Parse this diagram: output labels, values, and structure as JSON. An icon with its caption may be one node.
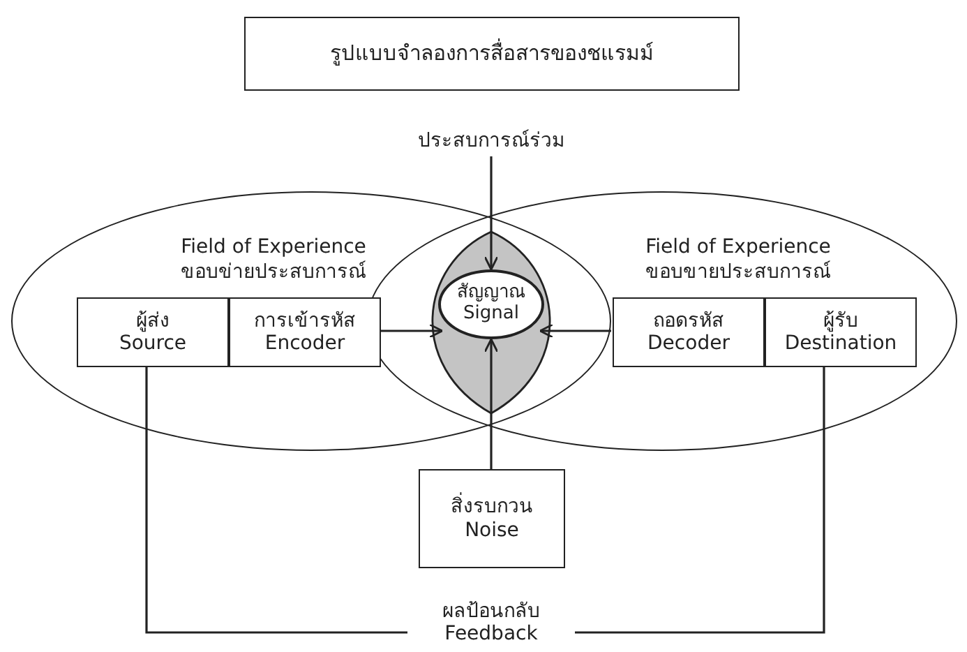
{
  "diagram": {
    "nodes": [
      {
        "text": [
          "รูปแบบจำลองการสื่อสารของชแรมม์"
        ]
      },
      {
        "text": [
          "ประสบการณ์ร่วม"
        ]
      },
      {
        "text": [
          "Field of Experience",
          "ขอบข่ายประสบการณ์"
        ]
      },
      {
        "text": [
          "Field of Experience",
          "ขอบขายประสบการณ์"
        ]
      },
      {
        "text": [
          "ผู้ส่ง",
          "Source"
        ],
        "in": 2
      },
      {
        "text": [
          "การเข้ารหัส",
          "Encoder"
        ],
        "in": 2
      },
      {
        "text": [
          "สัญญาณ",
          "Signal"
        ]
      },
      {
        "text": [
          "ถอดรหัส",
          "Decoder"
        ],
        "in": 3
      },
      {
        "text": [
          "ผู้รับ",
          "Destination"
        ],
        "in": 3
      },
      {
        "text": [
          "สิ่งรบกวน",
          "Noise"
        ]
      },
      {
        "text": [
          "ผลป้อนกลับ",
          "Feedback"
        ]
      }
    ],
    "edges": [
      {
        "from": 1,
        "to": 6,
        "arrow": "to"
      },
      {
        "from": 5,
        "to": 6,
        "arrow": "to"
      },
      {
        "from": 7,
        "to": 6,
        "arrow": "to"
      },
      {
        "from": 9,
        "to": 6,
        "arrow": "to"
      },
      {
        "from": 4,
        "to": 10,
        "arrow": "none"
      },
      {
        "from": 8,
        "to": 10,
        "arrow": "none"
      }
    ]
  }
}
